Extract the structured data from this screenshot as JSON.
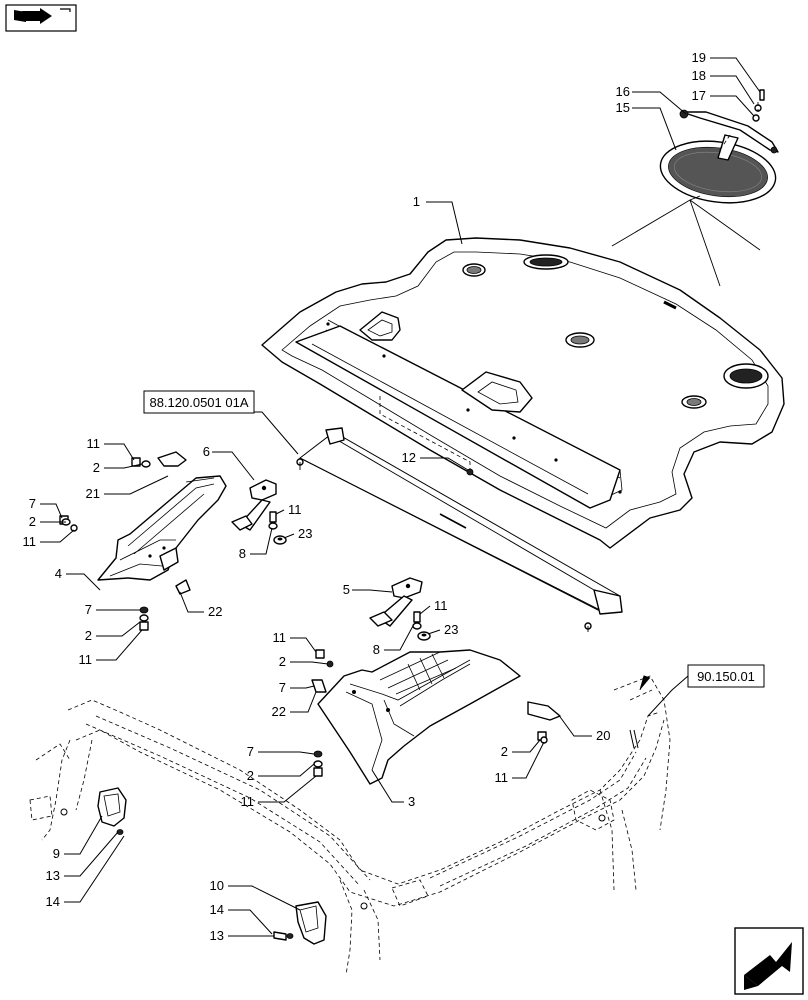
{
  "callouts": {
    "c1": "1",
    "c2a": "2",
    "c2b": "2",
    "c2c": "2",
    "c2d": "2",
    "c2e": "2",
    "c2f": "2",
    "c3": "3",
    "c4": "4",
    "c5": "5",
    "c6": "6",
    "c7a": "7",
    "c7b": "7",
    "c7c": "7",
    "c7d": "7",
    "c8a": "8",
    "c8b": "8",
    "c9": "9",
    "c10": "10",
    "c11a": "11",
    "c11b": "11",
    "c11c": "11",
    "c11d": "11",
    "c11e": "11",
    "c11f": "11",
    "c11g": "11",
    "c11h": "11",
    "c12": "12",
    "c13a": "13",
    "c13b": "13",
    "c14a": "14",
    "c14b": "14",
    "c15": "15",
    "c16": "16",
    "c17": "17",
    "c18": "18",
    "c19": "19",
    "c20": "20",
    "c21": "21",
    "c22a": "22",
    "c22b": "22",
    "c23a": "23",
    "c23b": "23"
  },
  "references": {
    "ref_a": "88.120.0501 01A",
    "ref_b": "90.150.01"
  },
  "icons": {
    "top_left": "book-arrow-icon",
    "bottom_right": "next-page-arrow-icon"
  }
}
